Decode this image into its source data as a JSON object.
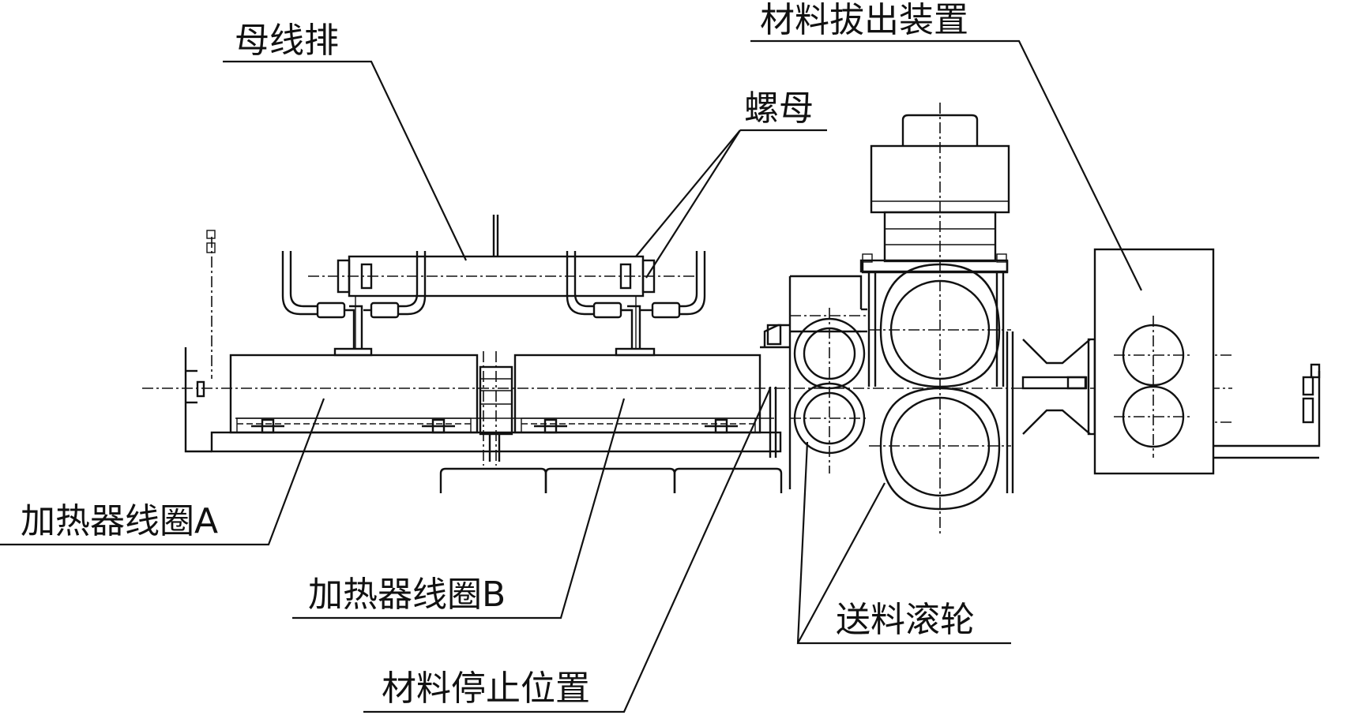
{
  "labels": {
    "busbar": "母线排",
    "nut": "螺母",
    "extractor": "材料拔出装置",
    "coil_a": "加热器线圈A",
    "coil_b": "加热器线圈B",
    "stop_position": "材料停止位置",
    "feed_rollers": "送料滚轮"
  }
}
